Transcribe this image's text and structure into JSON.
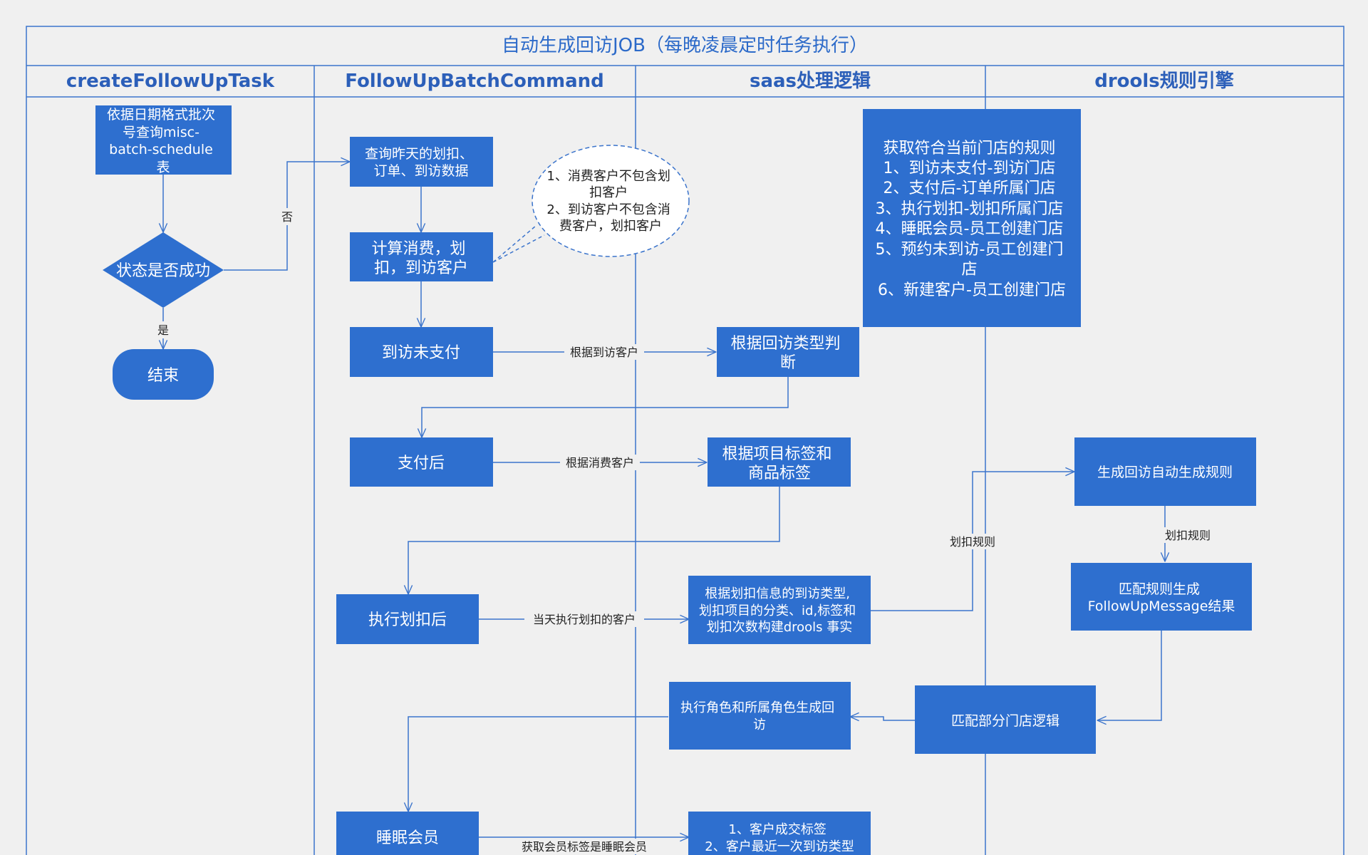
{
  "title": "自动生成回访JOB（每晚凌晨定时任务执行）",
  "lanes": [
    "createFollowUpTask",
    "FollowUpBatchCommand",
    "saas处理逻辑",
    "drools规则引擎"
  ],
  "nodes": {
    "query_batch": [
      "依据日期格式批次",
      "号查询misc-",
      "batch-schedule",
      "表"
    ],
    "status_check": "状态是否成功",
    "end": "结束",
    "query_yesterday": [
      "查询昨天的划扣、",
      "订单、到访数据"
    ],
    "calc_customers": [
      "计算消费，划",
      "扣，到访客户"
    ],
    "visit_unpaid": "到访未支付",
    "after_payment": "支付后",
    "after_deduction": "执行划扣后",
    "sleep_member": "睡眠会员",
    "judge_type": [
      "根据回访类型判",
      "断"
    ],
    "by_tags": [
      "根据项目标签和",
      "商品标签"
    ],
    "build_facts": [
      "根据划扣信息的到访类型,",
      "划扣项目的分类、id,标签和",
      "划扣次数构建drools 事实"
    ],
    "role_generate": [
      "执行角色和所属角色生成回",
      "访"
    ],
    "match_stores": "匹配部分门店逻辑",
    "sleep_conditions": [
      "1、客户成交标签",
      "2、客户最近一次到访类型"
    ],
    "store_rules": [
      "获取符合当前门店的规则",
      "1、到访未支付-到访门店",
      "2、支付后-订单所属门店",
      "3、执行划扣-划扣所属门店",
      "4、睡眠会员-员工创建门店",
      "5、预约未到访-员工创建门",
      "店",
      "6、新建客户-员工创建门店"
    ],
    "gen_rules": "生成回访自动生成规则",
    "match_result": [
      "匹配规则生成",
      "FollowUpMessage结果"
    ]
  },
  "note": [
    "1、消费客户不包含划",
    "扣客户",
    "2、到访客户不包含消",
    "费客户，划扣客户"
  ],
  "edge_labels": {
    "no": "否",
    "yes": "是",
    "by_visit": "根据到访客户",
    "by_consume": "根据消费客户",
    "same_day": "当天执行划扣的客户",
    "get_sleep": "获取会员标签是睡眠会员",
    "deduct_rule_1": "划扣规则",
    "deduct_rule_2": "划扣规则"
  },
  "colors": {
    "box": "#2e6fcf",
    "line": "#3b74cc",
    "header_text": "#2c5fb9",
    "background": "#f0f0f0"
  }
}
